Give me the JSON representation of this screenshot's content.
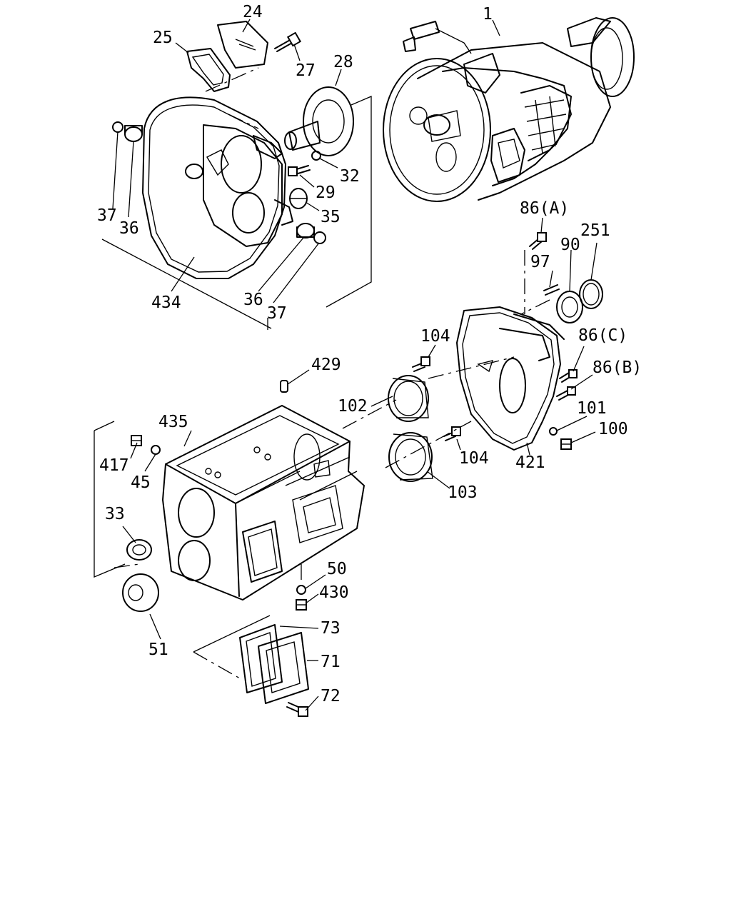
{
  "callouts": {
    "p1": "1",
    "p24": "24",
    "p25": "25",
    "p27": "27",
    "p28": "28",
    "p29": "29",
    "p32": "32",
    "p35": "35",
    "p36a": "36",
    "p36b": "36",
    "p37a": "37",
    "p37b": "37",
    "p434": "434",
    "p86a": "86(A)",
    "p251": "251",
    "p90": "90",
    "p97": "97",
    "p104a": "104",
    "p86c": "86(C)",
    "p86b": "86(B)",
    "p429": "429",
    "p102": "102",
    "p435": "435",
    "p101": "101",
    "p100": "100",
    "p417": "417",
    "p45": "45",
    "p104b": "104",
    "p421": "421",
    "p103": "103",
    "p33": "33",
    "p50": "50",
    "p430": "430",
    "p73": "73",
    "p51": "51",
    "p71": "71",
    "p72": "72"
  }
}
